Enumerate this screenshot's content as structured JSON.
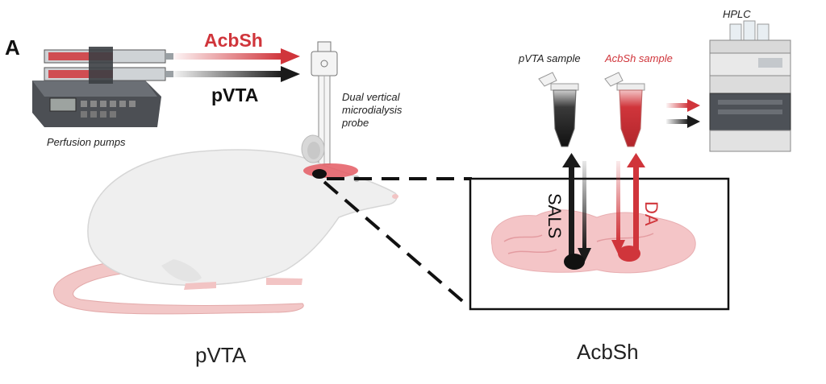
{
  "panel_label": "A",
  "pumps": {
    "label": "Perfusion pumps"
  },
  "flows": {
    "acbsh_label": "AcbSh",
    "pvta_label": "pVTA",
    "acbsh_color": "#d0353b",
    "pvta_color": "#1a1a1a"
  },
  "probe": {
    "label_lines": [
      "Dual vertical",
      "microdialysis",
      "probe"
    ]
  },
  "samples": {
    "pvta_label": "pVTA sample",
    "acbsh_label": "AcbSh sample",
    "acbsh_label_color": "#d0353b"
  },
  "hplc": {
    "label": "HPLC"
  },
  "brain_inset": {
    "sals_label": "SALS",
    "da_label": "DA"
  },
  "bottom_labels": {
    "left": "pVTA",
    "right": "AcbSh"
  },
  "icons": [
    "syringe-pump-icon",
    "rat-icon",
    "probe-icon",
    "sample-tube-icon",
    "hplc-instrument-icon",
    "brain-icon"
  ]
}
